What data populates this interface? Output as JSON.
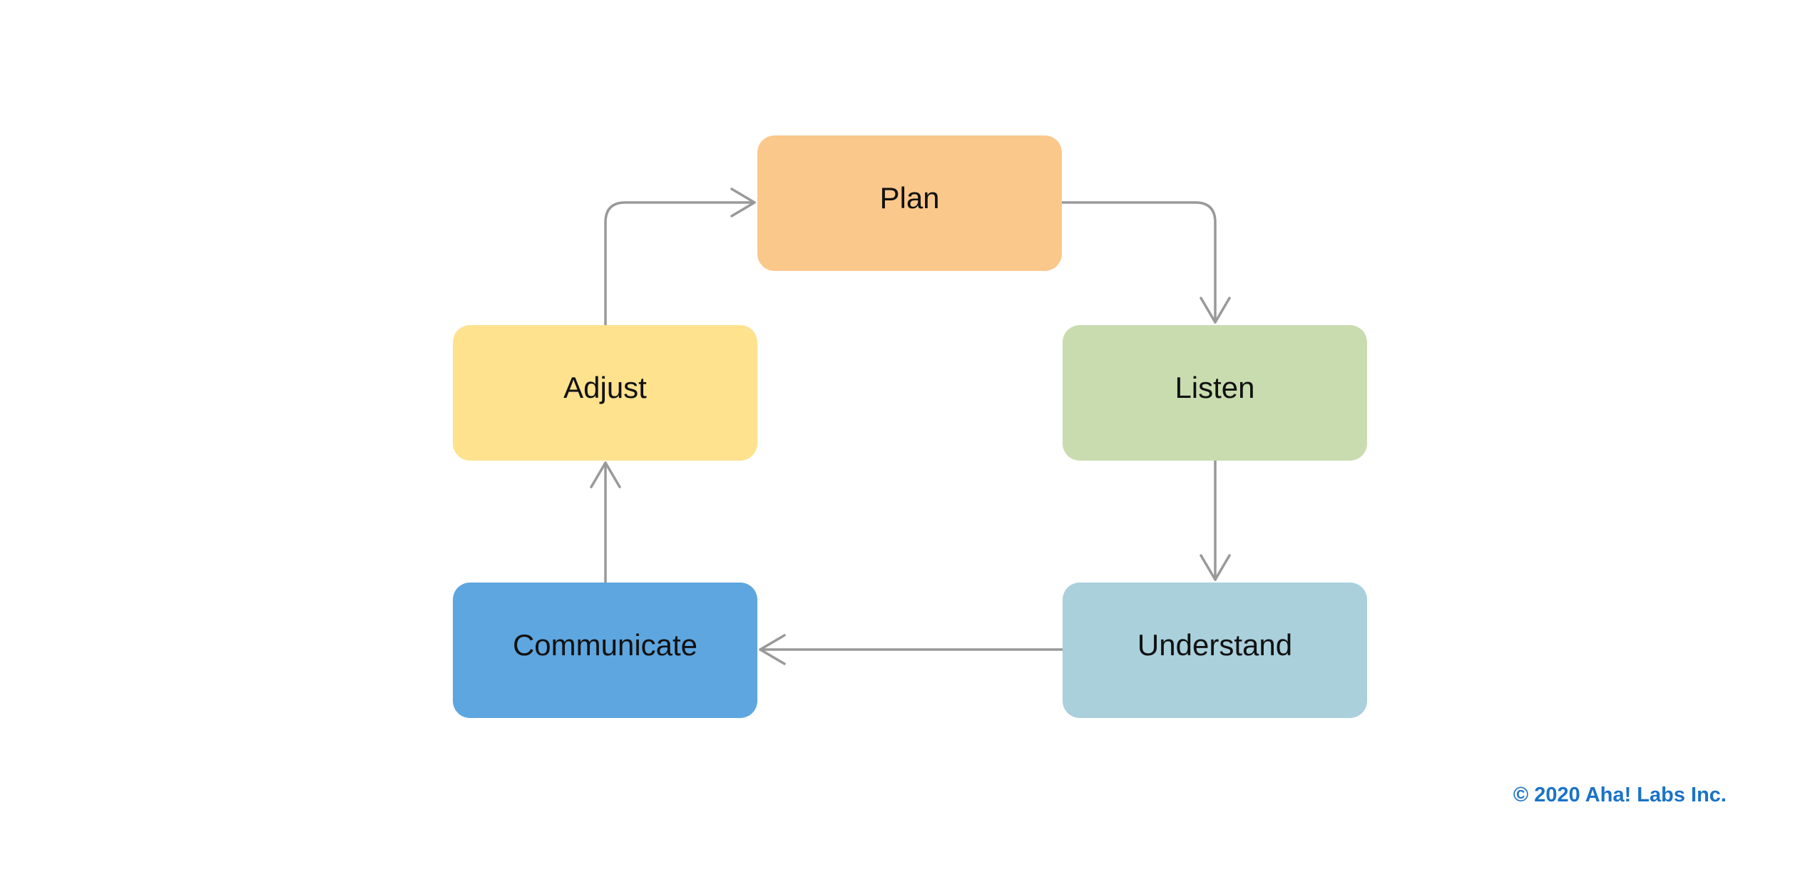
{
  "diagram": {
    "nodes": [
      {
        "id": "plan",
        "label": "Plan",
        "color": "#fbc88c"
      },
      {
        "id": "listen",
        "label": "Listen",
        "color": "#c9dcaf"
      },
      {
        "id": "understand",
        "label": "Understand",
        "color": "#aad0dc"
      },
      {
        "id": "communicate",
        "label": "Communicate",
        "color": "#5ea6df"
      },
      {
        "id": "adjust",
        "label": "Adjust",
        "color": "#fee28e"
      }
    ],
    "edges": [
      {
        "from": "plan",
        "to": "listen"
      },
      {
        "from": "listen",
        "to": "understand"
      },
      {
        "from": "understand",
        "to": "communicate"
      },
      {
        "from": "communicate",
        "to": "adjust"
      },
      {
        "from": "adjust",
        "to": "plan"
      }
    ],
    "arrow_color": "#999999"
  },
  "footer": {
    "copyright": "© 2020 Aha! Labs Inc.",
    "color": "#1a73c7"
  }
}
